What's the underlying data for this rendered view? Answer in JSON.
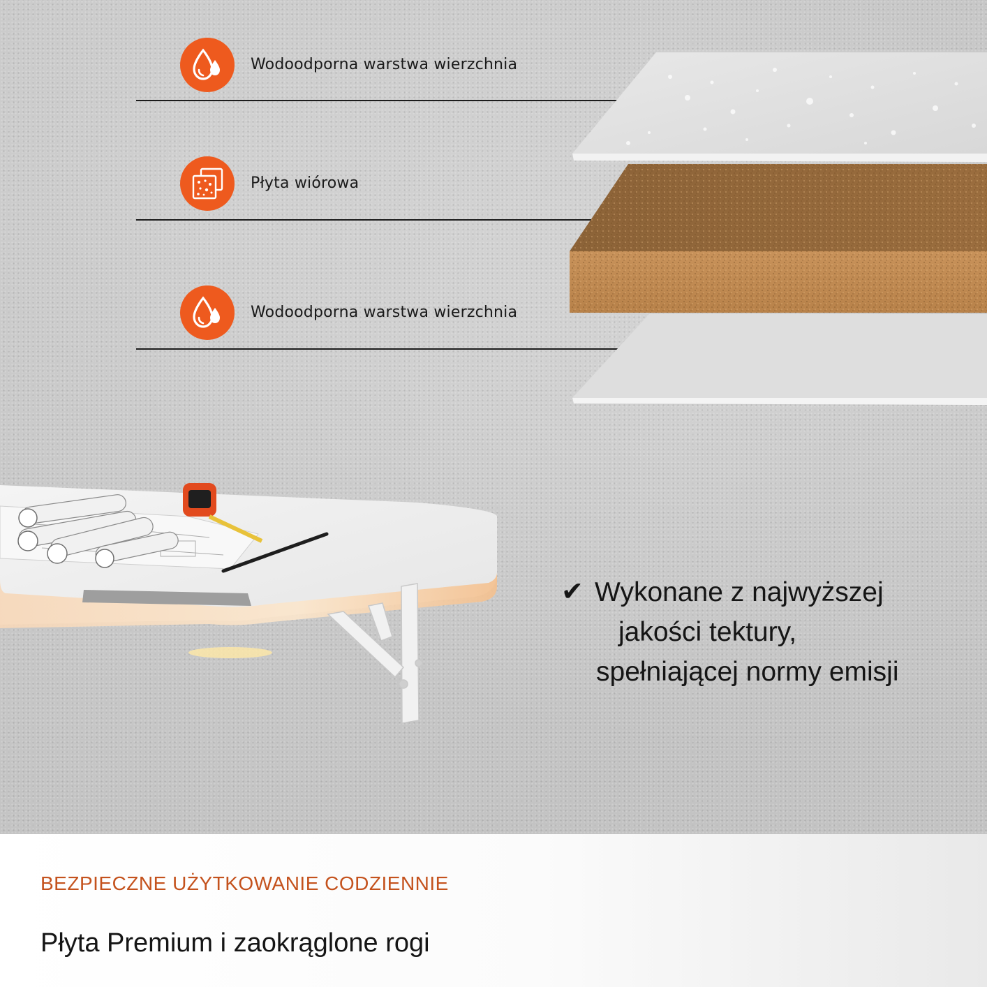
{
  "features": [
    {
      "icon": "water-drops-icon",
      "label": "Wodoodporna warstwa wierzchnia"
    },
    {
      "icon": "particle-board-icon",
      "label": "Płyta wiórowa"
    },
    {
      "icon": "water-drops-icon",
      "label": "Wodoodporna warstwa wierzchnia"
    }
  ],
  "claim": {
    "check": "✔",
    "line1": "Wykonane z najwyższej",
    "line2": "jakości tektury,",
    "line3": "spełniającej normy emisji"
  },
  "footer": {
    "kicker": "BEZPIECZNE UŻYTKOWANIE CODZIENNIE",
    "headline": "Płyta Premium i zaokrąglone rogi"
  },
  "colors": {
    "accent": "#ee5a1e",
    "kicker": "#c4521d",
    "board": "#c08a4e"
  }
}
